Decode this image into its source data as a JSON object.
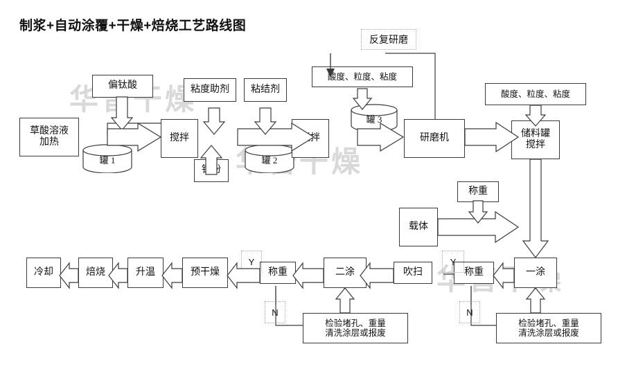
{
  "title": "制浆+自动涂覆+干燥+焙烧工艺路线图",
  "watermark": "华普干燥",
  "colors": {
    "stroke": "#3a3a3a",
    "dashed": "#a8a8a8",
    "text": "#111111",
    "watermark": "#d9d9d9",
    "background": "#ffffff"
  },
  "nodes": {
    "metatitanic_acid": "偏钛酸",
    "oxalic_acid_heat": "草酸溶液\n加热",
    "oxalic_line1": "草酸溶液",
    "oxalic_line2": "加热",
    "tank1": "罐 1",
    "stir1": "搅拌",
    "titanium_powder": "钛粉",
    "viscosity_additive": "粘度助剂",
    "binder": "粘结剂",
    "tank2": "罐 2",
    "stir2": "搅拌",
    "tank3": "罐 3",
    "repeat_grinding": "反复研磨",
    "quality_check_left": "酸度、粒度、粘度",
    "grinder": "研磨机",
    "quality_check_right": "酸度、粒度、粘度",
    "storage_tank_line1": "储料罐",
    "storage_tank_line2": "搅拌",
    "weigh_carrier": "称重",
    "carrier": "载体",
    "coat1": "一涂",
    "weigh_after_coat1": "称重",
    "purge": "吹扫",
    "coat2": "二涂",
    "weigh_after_coat2": "称重",
    "predry": "预干燥",
    "heatup": "升温",
    "calcine": "焙烧",
    "cool": "冷却",
    "inspect_right_line1": "检验堵孔、重量",
    "inspect_right_line2": "清洗涂层或报废",
    "inspect_left_line1": "检验堵孔、重量",
    "inspect_left_line2": "清洗涂层或报废"
  },
  "decisions": {
    "yes_right": "Y",
    "no_right": "N",
    "yes_left": "Y",
    "no_left": "N"
  },
  "flow_edges": [
    {
      "from": "metatitanic_acid",
      "to": "stir1"
    },
    {
      "from": "oxalic_acid_heat",
      "to": "stir1"
    },
    {
      "from": "titanium_powder",
      "to": "stir1"
    },
    {
      "from": "stir1",
      "to": "stir2"
    },
    {
      "from": "viscosity_additive",
      "to": "stir2"
    },
    {
      "from": "binder",
      "to": "stir2"
    },
    {
      "from": "stir2",
      "to": "grinder"
    },
    {
      "from": "quality_check_left",
      "to": "tank3"
    },
    {
      "from": "repeat_grinding",
      "to": "quality_check_left"
    },
    {
      "from": "grinder",
      "to": "repeat_grinding"
    },
    {
      "from": "grinder",
      "to": "storage_tank"
    },
    {
      "from": "quality_check_right",
      "to": "storage_tank"
    },
    {
      "from": "storage_tank",
      "to": "coat1"
    },
    {
      "from": "carrier",
      "to": "coat1"
    },
    {
      "from": "weigh_carrier",
      "to": "carrier_line"
    },
    {
      "from": "coat1",
      "to": "weigh_after_coat1"
    },
    {
      "from": "weigh_after_coat1",
      "to": "purge",
      "label": "Y"
    },
    {
      "from": "weigh_after_coat1",
      "to": "inspect_right",
      "label": "N"
    },
    {
      "from": "inspect_right",
      "to": "coat1"
    },
    {
      "from": "purge",
      "to": "coat2"
    },
    {
      "from": "coat2",
      "to": "weigh_after_coat2"
    },
    {
      "from": "weigh_after_coat2",
      "to": "predry",
      "label": "Y"
    },
    {
      "from": "weigh_after_coat2",
      "to": "inspect_left",
      "label": "N"
    },
    {
      "from": "inspect_left",
      "to": "coat2"
    },
    {
      "from": "predry",
      "to": "heatup"
    },
    {
      "from": "heatup",
      "to": "calcine"
    },
    {
      "from": "calcine",
      "to": "cool"
    }
  ]
}
